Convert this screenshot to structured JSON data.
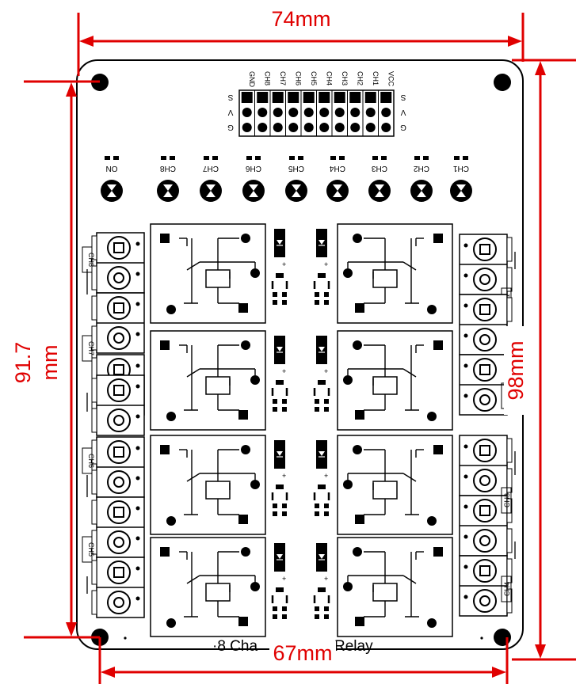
{
  "dimensions": {
    "top_width": "74mm",
    "right_height": "98mm",
    "left_height_value": "91.7",
    "left_height_unit": "mm",
    "bottom_hole_spacing": "67mm"
  },
  "board": {
    "title_prefix": "·8 Cha",
    "title_suffix": "Relay",
    "header_pins": [
      "GND",
      "CH8",
      "CH7",
      "CH6",
      "CH5",
      "CH4",
      "CH3",
      "CH2",
      "CH1",
      "VCC"
    ],
    "header_rows": [
      "S",
      "V",
      "G"
    ],
    "leds": [
      "ON",
      "CH8",
      "CH7",
      "CH6",
      "CH5",
      "CH4",
      "CH3",
      "CH2",
      "CH1"
    ],
    "left_terminals": [
      "CH8",
      "CH7",
      "CH6",
      "CH5"
    ],
    "right_terminals": [
      "CH1",
      "CH2",
      "CH3",
      "CH4"
    ]
  },
  "colors": {
    "dimension": "#e00000",
    "outline": "#000000"
  }
}
